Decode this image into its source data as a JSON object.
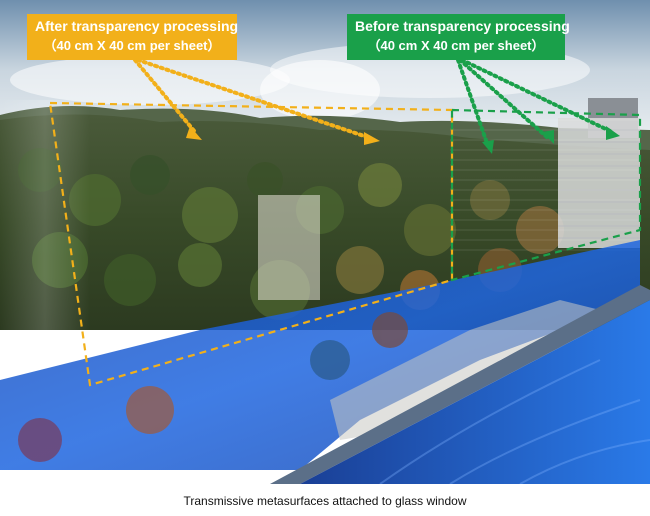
{
  "colors": {
    "after_accent": "#f2b01a",
    "before_accent": "#1aa04a"
  },
  "labels": {
    "after": {
      "line1": "After transparency processing",
      "line2": "（40 cm X 40 cm per sheet）"
    },
    "before": {
      "line1": "Before transparency processing",
      "line2": "（40 cm X 40 cm per sheet）"
    }
  },
  "caption": "Transmissive metasurfaces attached to glass window"
}
